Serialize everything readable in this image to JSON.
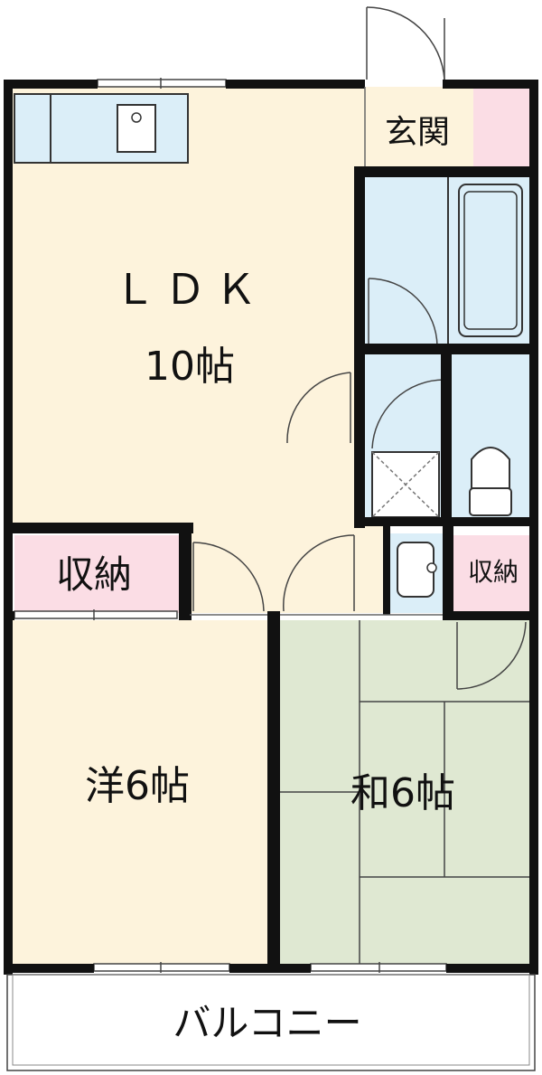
{
  "rooms": {
    "ldk_name": "ＬＤＫ",
    "ldk_size": "10帖",
    "genkan": "玄関",
    "storage_left": "収納",
    "storage_right": "収納",
    "western_room": "洋6帖",
    "japanese_room": "和6帖",
    "balcony": "バルコニー"
  },
  "colors": {
    "ldk_floor": "#fdf3dc",
    "western_floor": "#fdf3dc",
    "japanese_floor": "#dfe8d2",
    "wet_area": "#dbeef8",
    "storage": "#fbdde5",
    "wall": "#111111",
    "balcony": "#ffffff"
  }
}
